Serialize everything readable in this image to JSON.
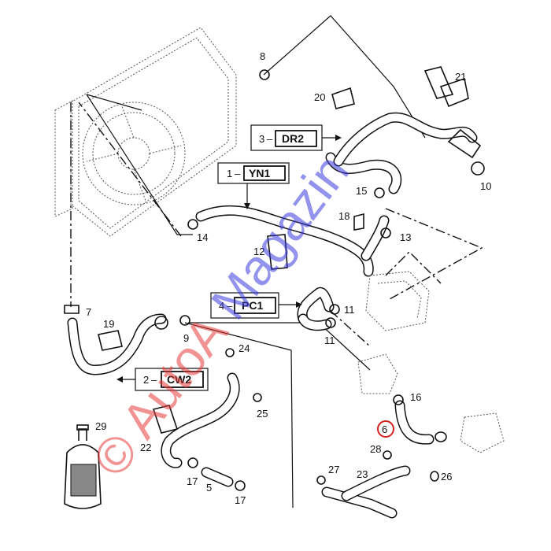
{
  "callouts": {
    "c1": {
      "num": "1",
      "code": "YN1"
    },
    "c2": {
      "num": "2",
      "code": "CW2"
    },
    "c3": {
      "num": "3",
      "code": "DR2"
    },
    "c4": {
      "num": "4",
      "code": "PC1"
    }
  },
  "labels": {
    "n5": "5",
    "n6": "6",
    "n7": "7",
    "n8": "8",
    "n9": "9",
    "n10": "10",
    "n11a": "11",
    "n11b": "11",
    "n12": "12",
    "n13": "13",
    "n14": "14",
    "n15": "15",
    "n16": "16",
    "n17a": "17",
    "n17b": "17",
    "n18": "18",
    "n19": "19",
    "n20": "20",
    "n21": "21",
    "n22": "22",
    "n23": "23",
    "n24": "24",
    "n25": "25",
    "n26": "26",
    "n27": "27",
    "n28": "28",
    "n29": "29"
  },
  "watermark": {
    "text": "© AutoA Magazin",
    "color_red": "#e53b3b",
    "color_blue": "#3b3be0"
  },
  "highlight": {
    "color": "#d42020"
  }
}
